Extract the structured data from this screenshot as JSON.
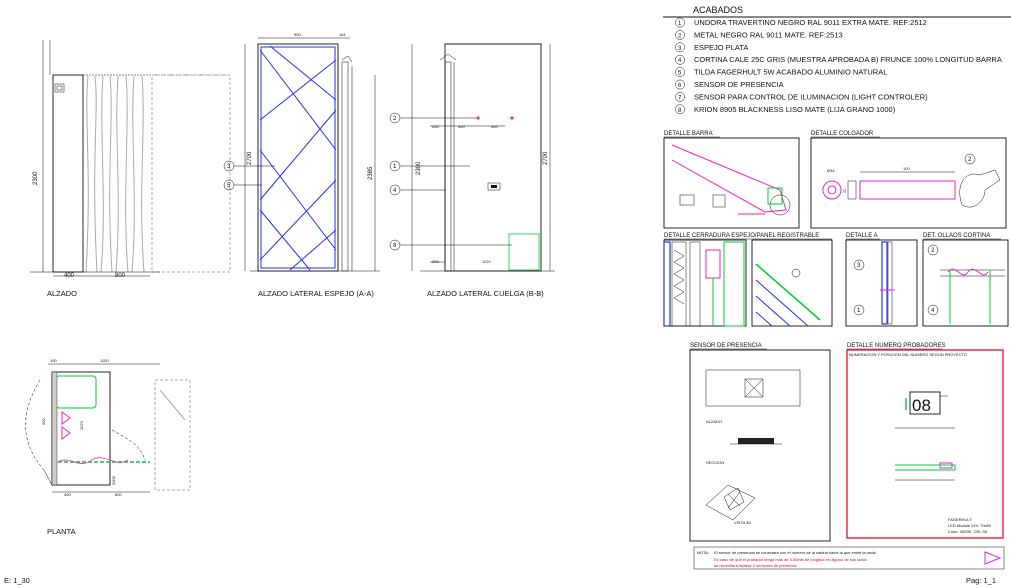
{
  "finishes": {
    "title": "ACABADOS",
    "items": [
      {
        "num": "1",
        "text": "UNDORA TRAVERTINO NEGRO RAL 9011 EXTRA MATE. REF:2512"
      },
      {
        "num": "2",
        "text": "METAL NEGRO RAL 9011 MATE. REF:2513"
      },
      {
        "num": "3",
        "text": "ESPEJO PLATA"
      },
      {
        "num": "4",
        "text": "CORTINA CALE 25C GRIS (MUESTRA APROBADA B) FRUNCE 100% LONGITUD BARRA"
      },
      {
        "num": "5",
        "text": "TILDA FAGERHULT 5W ACABADO ALUMINIO NATURAL"
      },
      {
        "num": "6",
        "text": "SENSOR DE PRESENCIA"
      },
      {
        "num": "7",
        "text": "SENSOR PARA CONTROL DE ILUMINACION (LIGHT CONTROLER)"
      },
      {
        "num": "8",
        "text": "KRION 8905 BLACKNESS LISO MATE (LIJA GRANO 1000)"
      }
    ]
  },
  "views": {
    "alzado": "ALZADO",
    "lateral_espejo": "ALZADO LATERAL ESPEJO (A-A)",
    "lateral_cuelga": "ALZADO LATERAL CUELGA (B-B)",
    "planta": "PLANTA"
  },
  "dims": {
    "d400": "400",
    "d800": "800",
    "d2300": "2300",
    "d900": "900",
    "d181": "181",
    "d2700": "2700",
    "d2385": "2385",
    "d200": "200",
    "d1120": "1120",
    "d100": "100",
    "d1100": "1100",
    "d1070": "1070",
    "d2000": "2000",
    "d034": "Ø34",
    "d22": "22"
  },
  "callouts": {
    "c1": "1",
    "c2": "2",
    "c3": "3",
    "c4": "4",
    "c5": "5",
    "c8": "8"
  },
  "details": {
    "barra": "DETALLE BARRA",
    "colgador": "DETALLE COLGADOR",
    "cerradura": "DETALLE CERRADURA ESPEJO/PANEL REGISTRABLE",
    "detalle_a": "DETALLE A",
    "ollaos": "DET. OLLAOS CORTINA",
    "sensor": "SENSOR DE PRESENCIA",
    "numero": "DETALLE NUMERO PROBADORES",
    "numero_sub": "NUMERACION Y POSICION DEL NUMERO SEGUN PROYECTO"
  },
  "sensor": {
    "alzado": "ALZADO",
    "seccion": "SECCION",
    "vista3d": "VISTA 3D"
  },
  "numero": {
    "value": "08",
    "note_lines": [
      "FAGERHULT:",
      "LED Module 24V. 70x80",
      "Color: 4000K. CRI. 90."
    ]
  },
  "note": {
    "label": "NOTA:",
    "line1": "El sensor de presencia se conectará con el número de la cabina hacia la que emite la onda",
    "line2": "En caso de que el probador tenga mas de 3.00mts de longitud en alguno de sus lados",
    "line3": "se necesitará instalar 2 sensores de presencia"
  },
  "footer": {
    "scale": "E: 1_30",
    "page": "Pag: 1_1"
  },
  "colors": {
    "blue": "#2233dd",
    "green": "#00cc33",
    "magenta": "#ee22cc",
    "red": "#e2001a"
  }
}
